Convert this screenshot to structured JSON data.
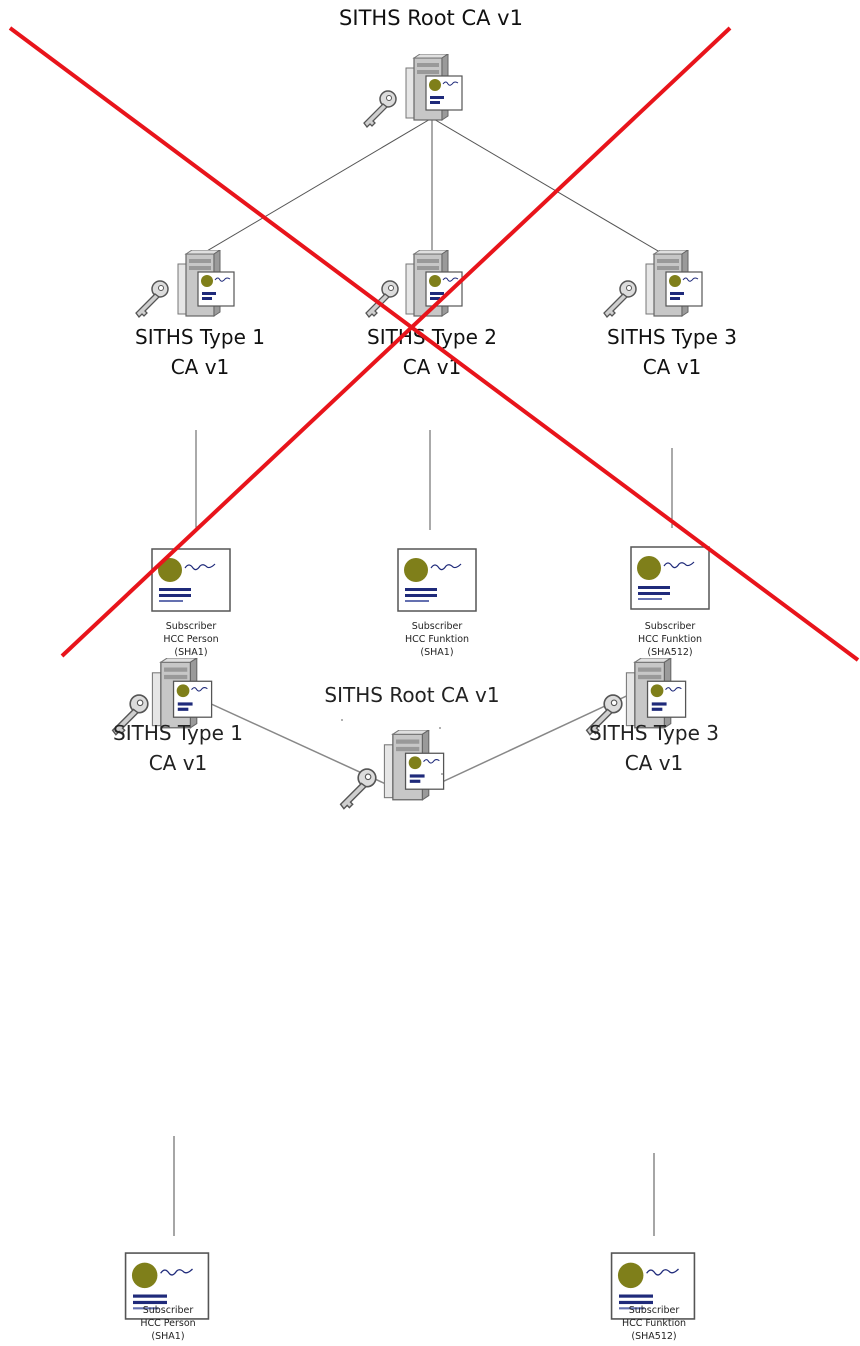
{
  "top": {
    "root_title": "SITHS Root CA v1",
    "nodes": [
      {
        "line1": "SITHS Type 1",
        "line2": "CA v1"
      },
      {
        "line1": "SITHS Type 2",
        "line2": "CA v1"
      },
      {
        "line1": "SITHS Type 3",
        "line2": "CA v1"
      }
    ],
    "subscribers": [
      {
        "line1": "Subscriber",
        "line2": "HCC Person",
        "line3": "(SHA1)"
      },
      {
        "line1": "Subscriber",
        "line2": "HCC Funktion",
        "line3": "(SHA1)"
      },
      {
        "line1": "Subscriber",
        "line2": "HCC Funktion",
        "line3": "(SHA512)"
      }
    ]
  },
  "bottom": {
    "root_title": "SITHS Root CA v1",
    "nodes": [
      {
        "line1": "SITHS Type 1",
        "line2": "CA v1"
      },
      {
        "line1": "SITHS Type 3",
        "line2": "CA v1"
      }
    ],
    "subscribers": [
      {
        "line1": "Subscriber",
        "line2": "HCC Person",
        "line3": "(SHA1)"
      },
      {
        "line1": "Subscriber",
        "line2": "HCC Funktion",
        "line3": "(SHA512)"
      }
    ]
  },
  "colors": {
    "cross_out": "#e8141b",
    "connector": "#555555",
    "seal": "#7f7f1a",
    "cert_text": "#1f2a7a",
    "server": "#b8b8b8"
  },
  "icons": {
    "ca_server": "server-certificate-icon",
    "key": "key-icon",
    "subscriber": "certificate-icon"
  }
}
